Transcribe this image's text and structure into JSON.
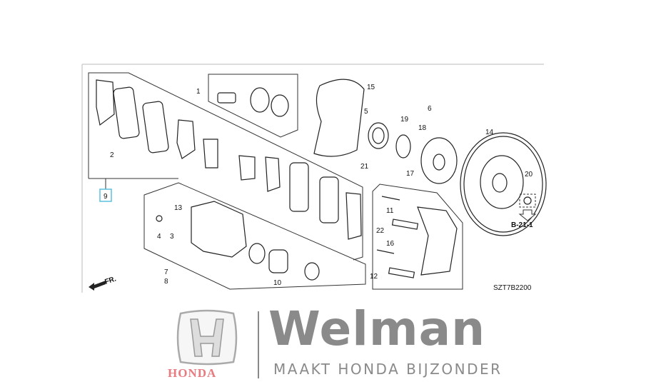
{
  "diagram": {
    "callouts": [
      "1",
      "2",
      "9",
      "13",
      "4",
      "3",
      "7",
      "8",
      "10",
      "15",
      "5",
      "21",
      "19",
      "6",
      "18",
      "14",
      "17",
      "20",
      "11",
      "22",
      "16",
      "12"
    ],
    "reference": "B-21-1",
    "drawing_code": "SZT7B2200",
    "direction": "FR.",
    "highlight_color": "#5bc0de"
  },
  "branding": {
    "brand_name": "Welman",
    "tagline": "MAAKT HONDA BIJZONDER",
    "honda_wordmark": "HONDA",
    "honda_color": "#e87a80",
    "text_color": "#8a8a8a"
  }
}
